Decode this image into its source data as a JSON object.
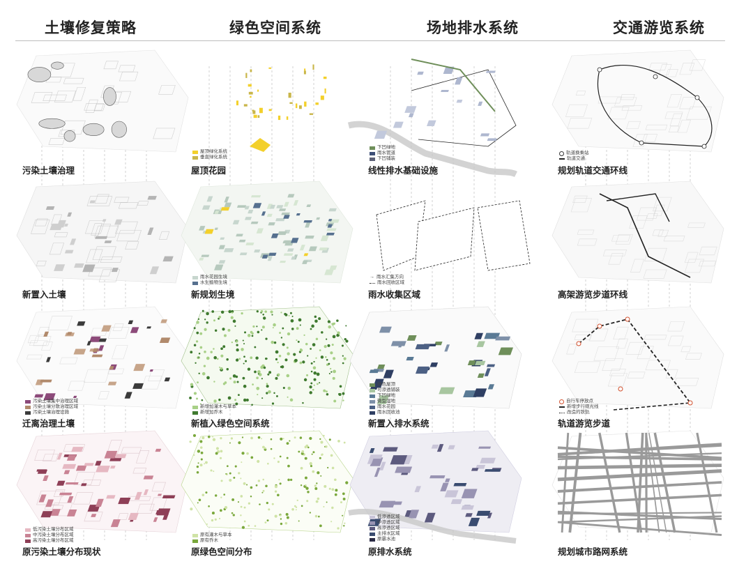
{
  "columns": [
    {
      "title": "土壤修复策略",
      "layers": [
        {
          "label": "污染土壤治理",
          "legend": []
        },
        {
          "label": "新置入土壤",
          "legend": []
        },
        {
          "label": "迁离治理土壤",
          "legend": [
            {
              "text": "污染土壤集中治理区域",
              "color": "#8c4a7a"
            },
            {
              "text": "污染土壤分散治理区域",
              "color": "#b18a6c"
            },
            {
              "text": "污染土壤治理设施",
              "color": "#3b3b3b"
            }
          ]
        },
        {
          "label": "原污染土壤分布现状",
          "legend": [
            {
              "text": "低污染土壤分布区域",
              "color": "#e6b8c2"
            },
            {
              "text": "中污染土壤分布区域",
              "color": "#c98394"
            },
            {
              "text": "高污染土壤分布区域",
              "color": "#8e3f57"
            }
          ]
        }
      ]
    },
    {
      "title": "绿色空间系统",
      "layers": [
        {
          "label": "屋顶花园",
          "legend": [
            {
              "text": "屋顶绿化系统",
              "color": "#f3d02b"
            },
            {
              "text": "垂直绿化系统",
              "color": "#c9b64a"
            }
          ]
        },
        {
          "label": "新规划生境",
          "legend": [
            {
              "text": "雨水花园生境",
              "color": "#c7d6ce"
            },
            {
              "text": "水生植物生境",
              "color": "#56708f"
            }
          ]
        },
        {
          "label": "新植入绿色空间系统",
          "legend": [
            {
              "text": "新增加灌木与草本",
              "color": "#a8d087"
            },
            {
              "text": "新增加乔木",
              "color": "#3f7a2f"
            }
          ]
        },
        {
          "label": "原绿色空间分布",
          "legend": [
            {
              "text": "原有灌木与草本",
              "color": "#cfe3a6"
            },
            {
              "text": "原有乔木",
              "color": "#7aa83c"
            }
          ]
        }
      ]
    },
    {
      "title": "场地排水系统",
      "layers": [
        {
          "label": "线性排水基础设施",
          "legend": [
            {
              "text": "下凹绿地",
              "color": "#6f8f5a"
            },
            {
              "text": "雨水管道",
              "color": "#3d4f77"
            },
            {
              "text": "下凹铺装",
              "color": "#5b5f76"
            }
          ]
        },
        {
          "label": "雨水收集区域",
          "legend": [
            {
              "text": "雨水汇集方向",
              "kind": "arrow"
            },
            {
              "text": "雨水回收区域",
              "kind": "dot"
            }
          ]
        },
        {
          "label": "新置入排水系统",
          "legend": [
            {
              "text": "绿色屋顶",
              "color": "#6f8f5a"
            },
            {
              "text": "可渗透铺装",
              "color": "#a8c6a0"
            },
            {
              "text": "下凹绿地",
              "color": "#5a7a95"
            },
            {
              "text": "微型湿地",
              "color": "#7e90a8"
            },
            {
              "text": "雨水花园",
              "color": "#4c6084"
            },
            {
              "text": "雨水回收池",
              "color": "#2f3f63"
            }
          ]
        },
        {
          "label": "原排水系统",
          "legend": [
            {
              "text": "低渗透区域",
              "color": "#c9c5d8"
            },
            {
              "text": "中渗透区域",
              "color": "#9893b2"
            },
            {
              "text": "高渗透区域",
              "color": "#5c5a7e"
            },
            {
              "text": "主排水区域",
              "color": "#3a4c70"
            },
            {
              "text": "原暴水池",
              "color": "#2a2a44"
            }
          ]
        }
      ]
    },
    {
      "title": "交通游览系统",
      "layers": [
        {
          "label": "规划轨道交通环线",
          "legend": [
            {
              "text": "轨道换乘站",
              "kind": "circle"
            },
            {
              "text": "轨道交通",
              "kind": "line"
            }
          ]
        },
        {
          "label": "高架游览步道环线",
          "legend": []
        },
        {
          "label": "轨道游览步道",
          "legend": [
            {
              "text": "自行车停放点",
              "kind": "circle-red"
            },
            {
              "text": "新增步行观光线",
              "kind": "dash"
            },
            {
              "text": "改造的铁轨",
              "kind": "dot"
            }
          ]
        },
        {
          "label": "规划城市路网系统",
          "legend": []
        }
      ]
    }
  ]
}
